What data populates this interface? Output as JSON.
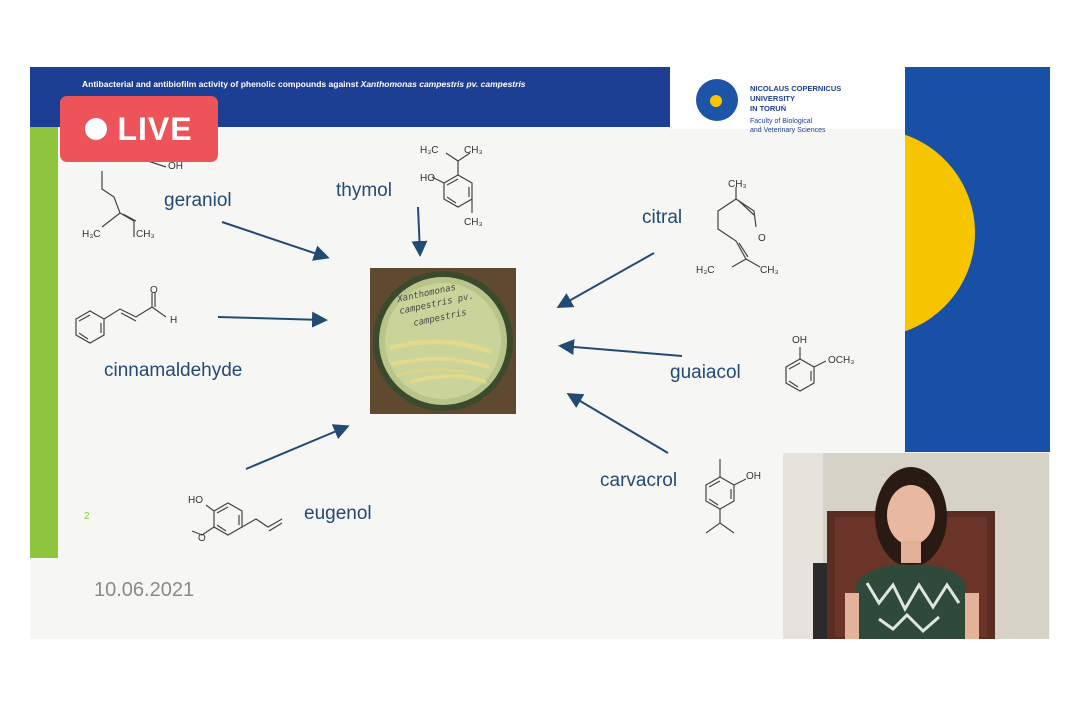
{
  "slide": {
    "title_prefix": "Antibacterial and antibiofilm activity of phenolic compounds against ",
    "title_species": "Xanthomonas campestris pv. campestris",
    "university": [
      "NICOLAUS COPERNICUS",
      "UNIVERSITY",
      "IN TORUŃ"
    ],
    "faculty": [
      "Faculty of Biological",
      "and Veterinary Sciences"
    ],
    "compounds": {
      "geraniol": "geraniol",
      "thymol": "thymol",
      "citral": "citral",
      "cinnamaldehyde": "cinnamaldehyde",
      "guaiacol": "guaiacol",
      "carvacrol": "carvacrol",
      "eugenol": "eugenol"
    },
    "plate_label": [
      "Xanthomonas",
      "campestris pv.",
      "campestris"
    ],
    "page_number": "2",
    "date": "10.06.2021"
  },
  "live_badge": {
    "label": "LIVE"
  },
  "colors": {
    "header_blue": "#1d3f93",
    "accent_green": "#8fc53d",
    "brand_yellow": "#f6c500",
    "live_red": "#ec5459"
  }
}
